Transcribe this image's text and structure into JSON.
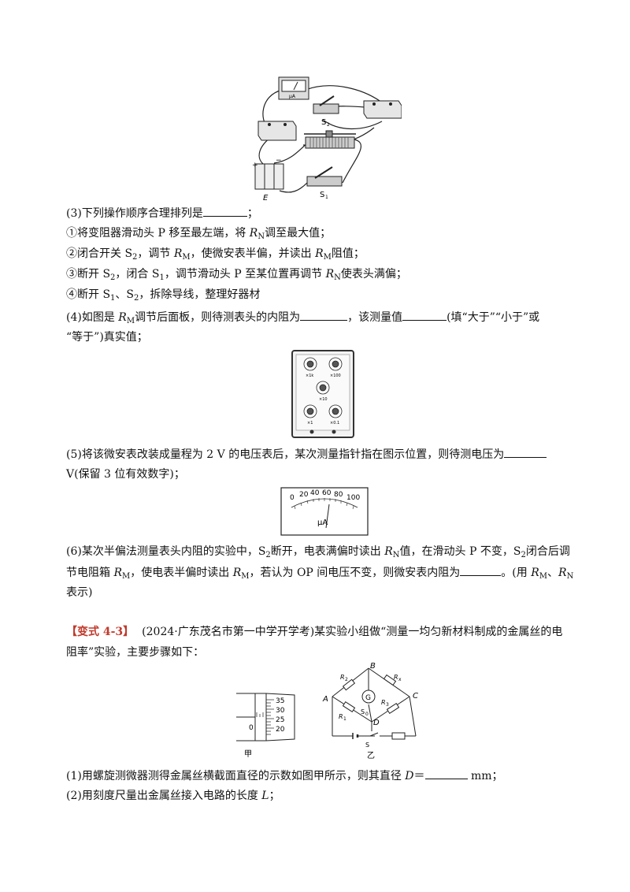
{
  "fig_circuit": {
    "label_uA": "μA",
    "label_S2": "S",
    "label_S2_sub": "2",
    "label_S1": "S",
    "label_S1_sub": "1",
    "label_E": "E",
    "label_plus": "+",
    "label_minus": "−"
  },
  "q3": {
    "prefix": "(3)下列操作顺序合理排列是",
    "suffix": "；",
    "steps": [
      {
        "num": "①",
        "a": "将变阻器滑动头 P 移至最左端，将 ",
        "var": "R",
        "sub": "N",
        "b": "调至最大值；"
      },
      {
        "num": "②",
        "a": "闭合开关 S",
        "sub1": "2",
        "b": "，调节 ",
        "var": "R",
        "sub": "M",
        "c": "，使微安表半偏，并读出 ",
        "var2": "R",
        "sub2": "M",
        "d": "阻值；"
      },
      {
        "num": "③",
        "a": "断开 S",
        "sub1": "2",
        "b": "，闭合 S",
        "sub2": "1",
        "c": "，调节滑动头 P 至某位置再调节 ",
        "var": "R",
        "sub": "N",
        "d": "使表头满偏；"
      },
      {
        "num": "④",
        "a": "断开 S",
        "sub1": "1",
        "b": "、S",
        "sub2": "2",
        "c": "，拆除导线，整理好器材"
      }
    ]
  },
  "q4": {
    "p1": "(4)如图是 ",
    "var": "R",
    "sub": "M",
    "p2": "调节后面板，则待测表头的内阻为",
    "p3": "，该测量值",
    "p4": "(填“大于”“小于”或",
    "line2": "“等于”)真实值；"
  },
  "fig_box": {
    "dial_labels": [
      "×1k",
      "×100",
      "×10",
      "×1",
      "×0.1"
    ]
  },
  "q5": {
    "p1": "(5)将该微安表改装成量程为 2 V 的电压表后，某次测量指针指在图示位置，则待测电压为",
    "line2": "V(保留 3 位有效数字)；"
  },
  "fig_meter": {
    "ticks": [
      "0",
      "20",
      "40",
      "60",
      "80",
      "100"
    ],
    "unit": "μA"
  },
  "q6": {
    "p1": "(6)某次半偏法测量表头内阻的实验中，S",
    "s1": "2",
    "p2": "断开，电表满偏时读出 ",
    "var1": "R",
    "sub1": "N",
    "p3": "值，在滑动头 P 不变，S",
    "s2": "2",
    "p4": "闭合后调",
    "l2a": "节电阻箱 ",
    "l2var1": "R",
    "l2sub1": "M",
    "l2b": "，使电表半偏时读出 ",
    "l2var2": "R",
    "l2sub2": "M",
    "l2c": "，若认为 OP 间电压不变，则微安表内阻为",
    "l2d": "。(用 ",
    "l2var3": "R",
    "l2sub3": "M",
    "l2e": "、",
    "l2var4": "R",
    "l2sub4": "N",
    "line3": "表示)"
  },
  "variant": {
    "tag": "【变式 4-3】",
    "p1": "(2024·广东茂名市第一中学开学考)某实验小组做“测量一均匀新材料制成的金属丝的电",
    "line2": "阻率”实验，主要步骤如下："
  },
  "fig_jia": {
    "scale": [
      "35",
      "30",
      "25",
      "20"
    ],
    "zero": "0",
    "caption": "甲"
  },
  "fig_yi": {
    "labels": {
      "A": "A",
      "B": "B",
      "C": "C",
      "D": "D",
      "G": "G",
      "S": "S",
      "R1": "R",
      "R2": "R",
      "R3": "R",
      "Rx": "R",
      "S0": "S"
    },
    "subs": {
      "R1": "1",
      "R2": "2",
      "R3": "3",
      "Rx": "x",
      "S0": "0"
    },
    "caption": "乙"
  },
  "q1": {
    "p1": "(1)用螺旋测微器测得金属丝横截面直径的示数如图甲所示，则其直径 ",
    "var": "D",
    "eq": "＝",
    "unit": " mm；"
  },
  "q2": {
    "p1": "(2)用刻度尺量出金属丝接入电路的长度 ",
    "var": "L",
    "suffix": "；"
  }
}
